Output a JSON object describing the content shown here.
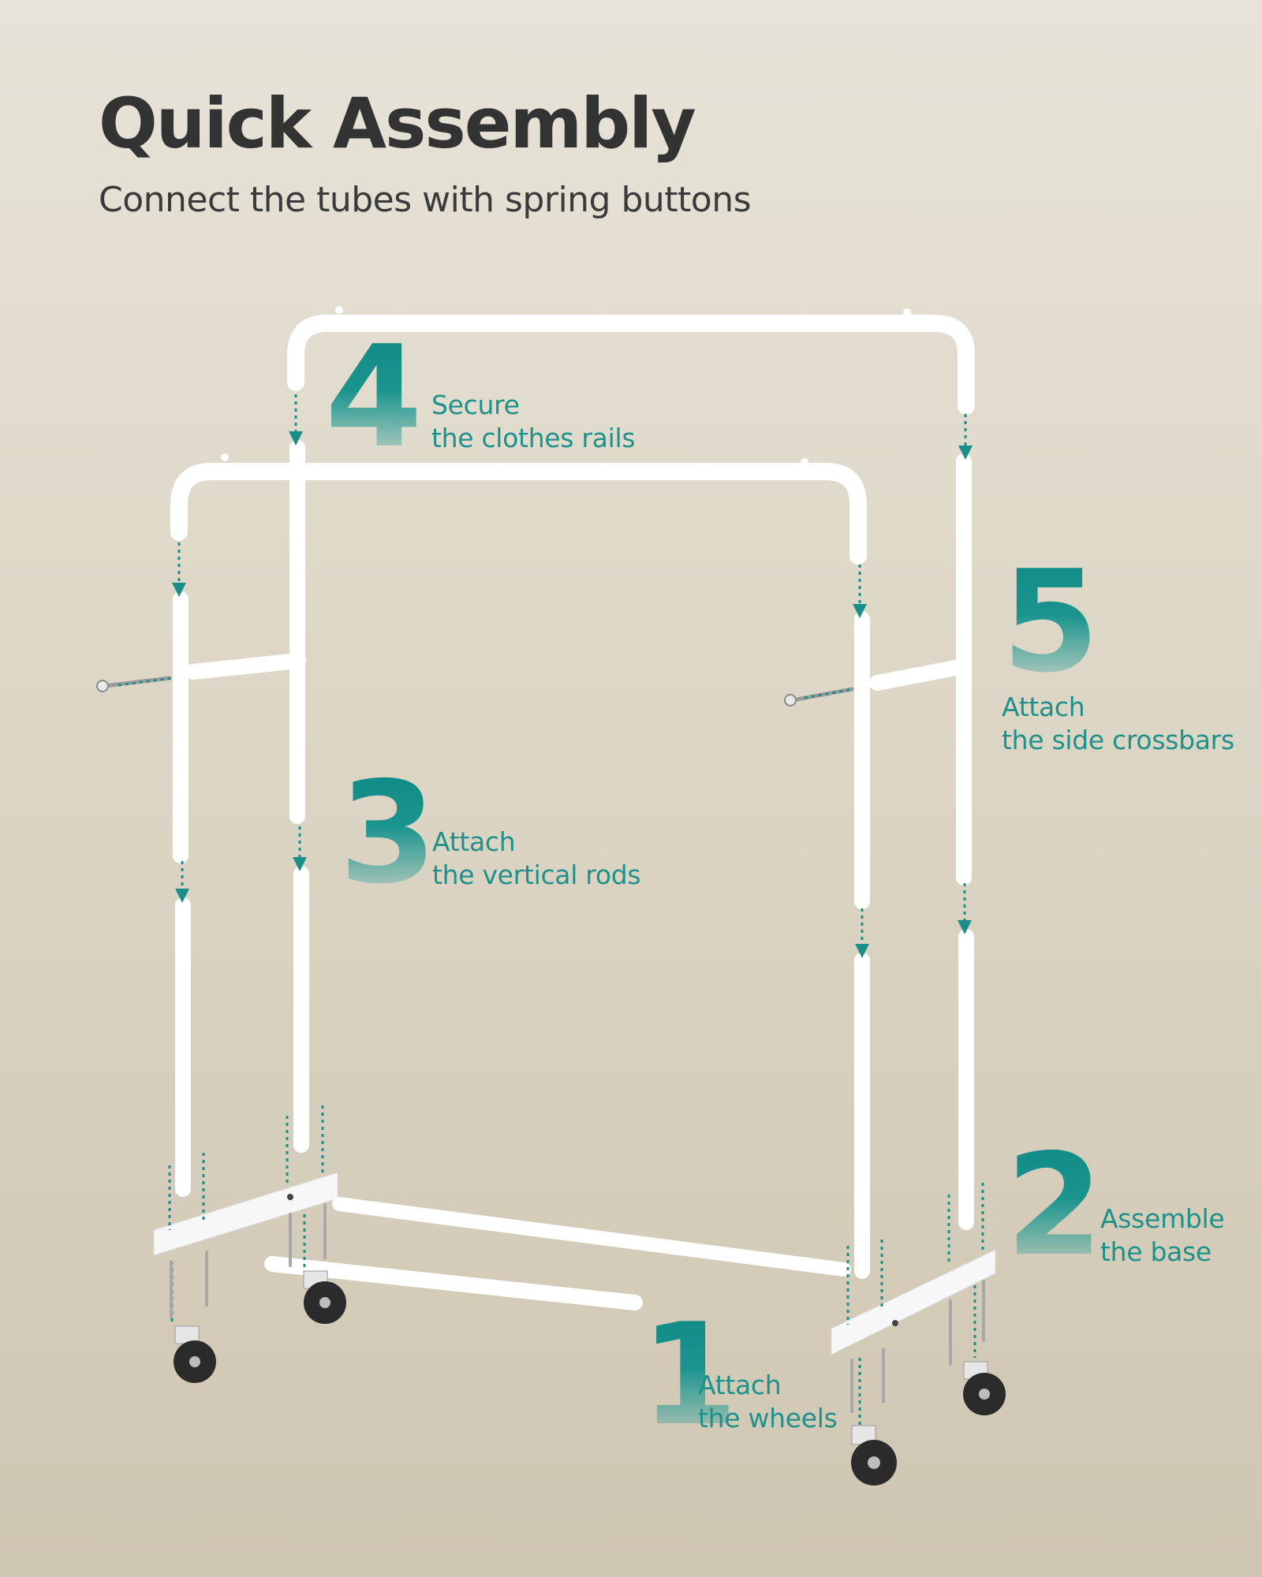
{
  "header": {
    "title": "Quick Assembly",
    "subtitle": "Connect the tubes with spring buttons"
  },
  "steps": [
    {
      "number": "1",
      "line1": "Attach",
      "line2": "the wheels"
    },
    {
      "number": "2",
      "line1": "Assemble",
      "line2": "the base"
    },
    {
      "number": "3",
      "line1": "Attach",
      "line2": "the vertical rods"
    },
    {
      "number": "4",
      "line1": "Secure",
      "line2": "the clothes rails"
    },
    {
      "number": "5",
      "line1": "Attach",
      "line2": "the side crossbars"
    }
  ],
  "colors": {
    "accent": "#1a8f8a",
    "title": "#333333",
    "background_top": "#e7e3d8",
    "background_bottom": "#cfc6b2",
    "frame": "#ffffff",
    "wheel": "#2b2b2b"
  },
  "illustration": {
    "subject": "double-rail garment rack",
    "icons": [
      "clothes-rail",
      "vertical-rod",
      "side-crossbar",
      "base-foot",
      "caster-wheel",
      "screw",
      "dotted-arrow"
    ]
  }
}
